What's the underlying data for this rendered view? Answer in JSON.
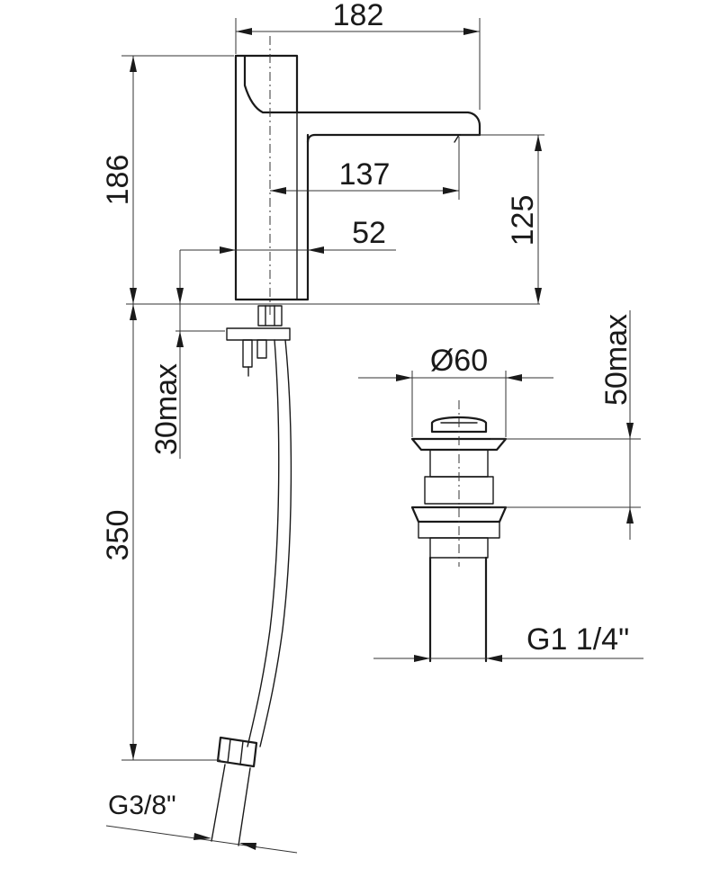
{
  "dimensions": {
    "width_total": "182",
    "height_total": "186",
    "spout_reach": "137",
    "spout_height": "125",
    "base_offset": "52",
    "deck_thickness_max": "30max",
    "hose_length": "350",
    "hose_thread": "G3/8\"",
    "waste_diameter": "Ø60",
    "waste_deck_max": "50max",
    "waste_thread": "G1 1/4\""
  }
}
